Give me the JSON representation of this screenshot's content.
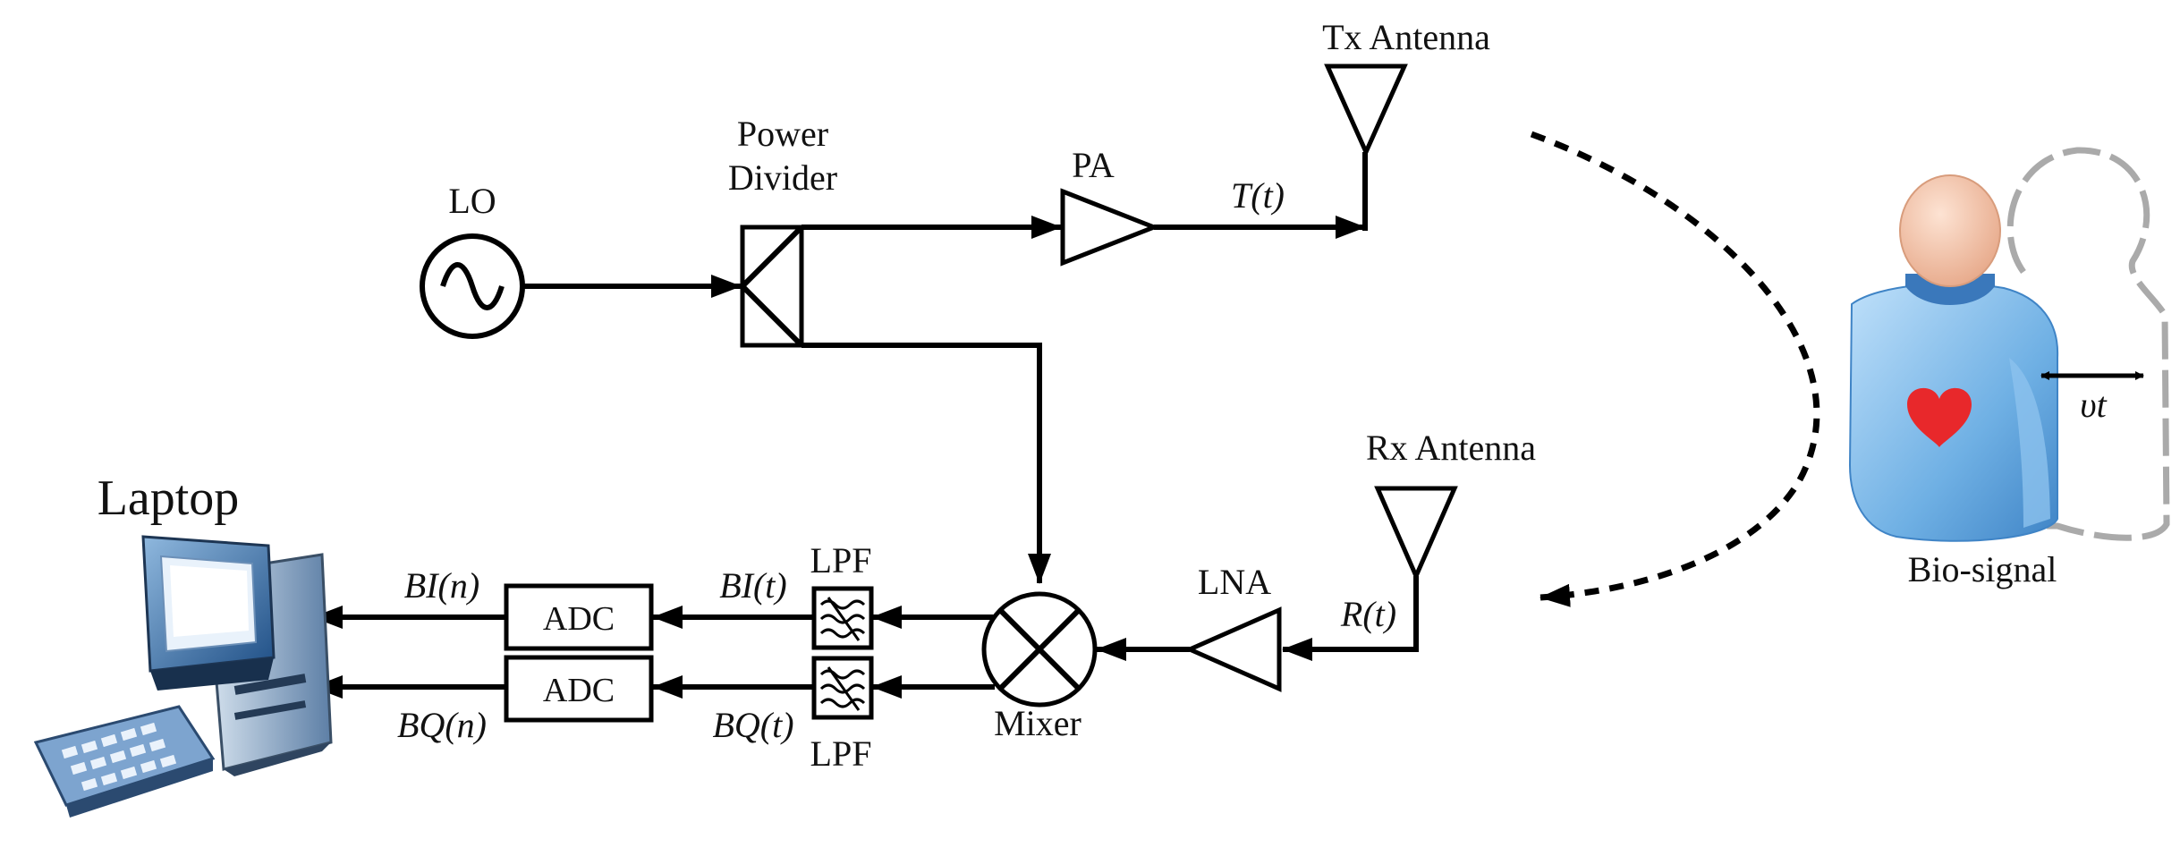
{
  "labels": {
    "lo": "LO",
    "power_divider_line1": "Power",
    "power_divider_line2": "Divider",
    "pa": "PA",
    "tx_signal": "T(t)",
    "tx_antenna": "Tx Antenna",
    "rx_antenna": "Rx Antenna",
    "rx_signal": "R(t)",
    "lna": "LNA",
    "mixer": "Mixer",
    "lpf_top": "LPF",
    "lpf_bottom": "LPF",
    "bi_t": "BI(t)",
    "bq_t": "BQ(t)",
    "adc_top": "ADC",
    "adc_bottom": "ADC",
    "bi_n": "BI(n)",
    "bq_n": "BQ(n)",
    "laptop": "Laptop",
    "bio_signal": "Bio-signal",
    "displacement": "υt"
  },
  "colors": {
    "line": "#000000",
    "heart": "#e8282b",
    "skin": "#f2c4a8",
    "body_blue": "#5a9fd8"
  }
}
